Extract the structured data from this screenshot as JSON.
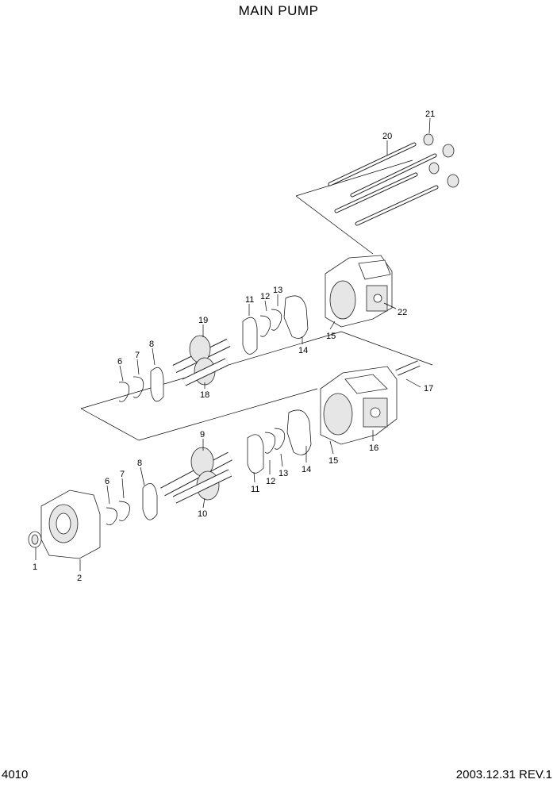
{
  "header": {
    "title": "MAIN PUMP"
  },
  "footer": {
    "page_number": "4010",
    "revision": "2003.12.31  REV.1"
  },
  "callouts": {
    "c1": "1",
    "c2": "2",
    "c6a": "6",
    "c7a": "7",
    "c8a": "8",
    "c9": "9",
    "c10": "10",
    "c11a": "11",
    "c12a": "12",
    "c13a": "13",
    "c14a": "14",
    "c15a": "15",
    "c16": "16",
    "c17": "17",
    "c6b": "6",
    "c7b": "7",
    "c8b": "8",
    "c19": "19",
    "c18": "18",
    "c11b": "11",
    "c12b": "12",
    "c13b": "13",
    "c14b": "14",
    "c15b": "15",
    "c22": "22",
    "c20": "20",
    "c21": "21"
  }
}
